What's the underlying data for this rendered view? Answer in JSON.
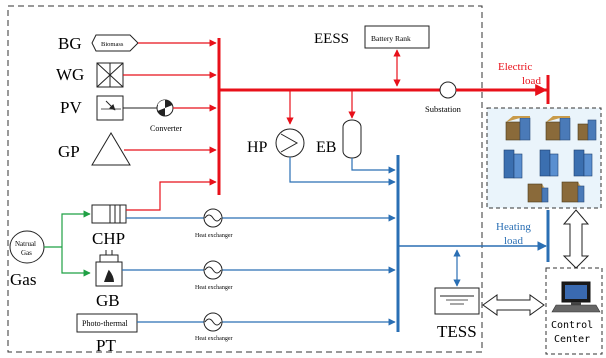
{
  "labels": {
    "bg": "BG",
    "biomass": "Biomass",
    "wg": "WG",
    "pv": "PV",
    "converter": "Converter",
    "gp": "GP",
    "eess": "EESS",
    "battery_rank": "Battery Rank",
    "electric_load_line1": "Electric",
    "electric_load_line2": "load",
    "substation": "Substation",
    "hp": "HP",
    "eb": "EB",
    "chp": "CHP",
    "natural_gas_line1": "Natrual",
    "natural_gas_line2": "Gas",
    "gas": "Gas",
    "heat_exchanger": "Heat exchanger",
    "gb": "GB",
    "photo_thermal": "Photo-thermal",
    "pt": "PT",
    "heating_load_line1": "Heating",
    "heating_load_line2": "load",
    "tess": "TESS",
    "control_line1": "Control",
    "control_line2": "Center"
  },
  "colors": {
    "electric": "#e8101a",
    "heat": "#2a6fb4",
    "gas": "#1fa044",
    "border": "#333333"
  }
}
